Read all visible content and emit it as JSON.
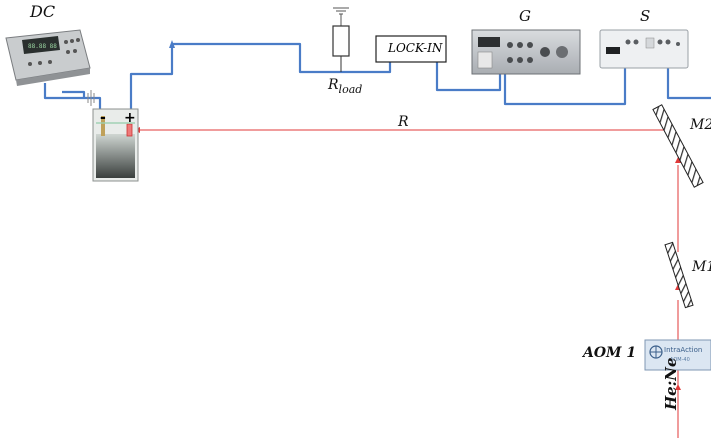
{
  "labels": {
    "dc": "DC",
    "g": "G",
    "s": "S",
    "lockin": "LOCK-IN",
    "rload_main": "R",
    "rload_sub": "load",
    "beam": "R",
    "m2": "M2",
    "m1": "M1",
    "aom": "AOM 1",
    "hene": "He:Ne",
    "intraaction": "IntraAction",
    "aom_model": "AOM-40"
  },
  "colors": {
    "wire": "#4a7cc7",
    "laser": "#e03a3a",
    "text": "#111111"
  },
  "icons": [
    "power-supply-icon",
    "function-generator-icon",
    "signal-analyzer-icon",
    "resistor-icon",
    "ground-icon",
    "mirror-icon",
    "electrochemical-cell-icon",
    "aom-device-icon"
  ]
}
